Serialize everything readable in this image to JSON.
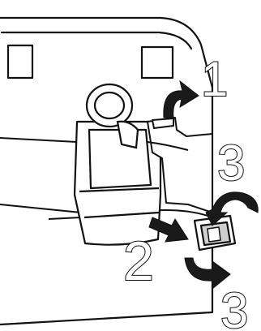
{
  "labels": {
    "step1": "1",
    "step2": "2",
    "step3_top": "3",
    "step3_bottom": "3"
  }
}
